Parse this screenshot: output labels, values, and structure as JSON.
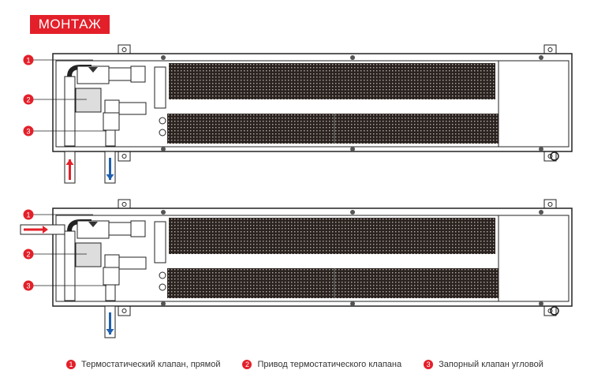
{
  "title": "МОНТАЖ",
  "callouts": [
    "1",
    "2",
    "3"
  ],
  "legend": [
    {
      "num": "1",
      "label": "Термостатический клапан, прямой"
    },
    {
      "num": "2",
      "label": "Привод термостатического клапана"
    },
    {
      "num": "3",
      "label": "Запорный клапан угловой"
    }
  ],
  "colors": {
    "accent": "#e3202a",
    "supply": "#e3202a",
    "return": "#1f5fb0"
  },
  "diagrams": [
    {
      "variant": "bottom-connection",
      "supply": "bottom",
      "return": "bottom"
    },
    {
      "variant": "side-connection",
      "supply": "side",
      "return": "bottom"
    }
  ]
}
